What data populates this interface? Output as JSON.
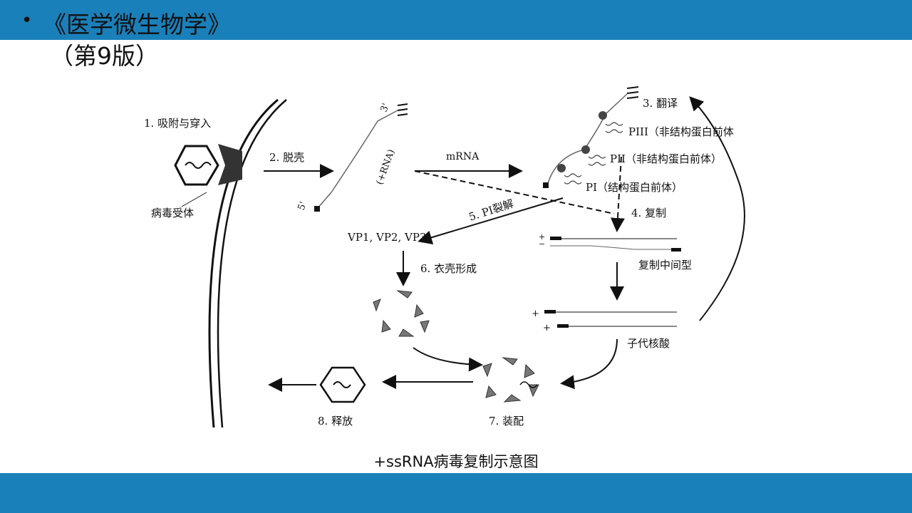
{
  "slide": {
    "bullet": "•",
    "title_line1": "《医学微生物学》",
    "title_line2": "（第9版）",
    "caption": "+ssRNA病毒复制示意图"
  },
  "diagram": {
    "step1": "1. 吸附与穿入",
    "receptor": "病毒受体",
    "step2": "2. 脱壳",
    "rna_label": "(+RNA)",
    "end3": "3'",
    "end5": "5'",
    "mrna": "mRNA",
    "step3": "3. 翻译",
    "p3": "PIII（非结构蛋白前体",
    "p2": "PII（非结构蛋白前体）",
    "p1": "PI（结构蛋白前体）",
    "step4": "4. 复制",
    "step5": "5. PI裂解",
    "vp": "VP1, VP2, VP3",
    "step6": "6. 衣壳形成",
    "intermediate": "复制中间型",
    "progeny": "子代核酸",
    "step7": "7. 装配",
    "step8": "8. 释放",
    "plus": "+",
    "minus": "−"
  },
  "colors": {
    "bar": "#1a80ba"
  }
}
